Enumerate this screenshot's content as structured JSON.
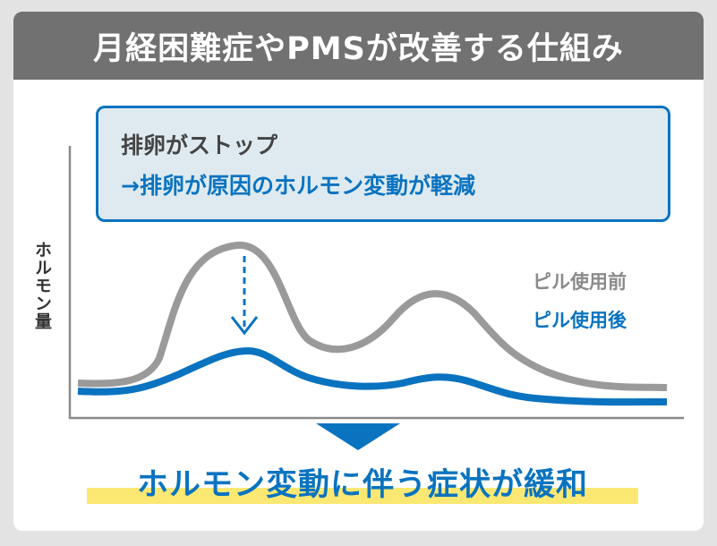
{
  "title": "月経困難症やPMSが改善する仕組み",
  "callout": {
    "line1": "排卵がストップ",
    "line2": "→排卵が原因のホルモン変動が軽減"
  },
  "chart": {
    "y_label": "ホルモン量",
    "legend": [
      {
        "label": "ピル使用前",
        "color": "#9a9a9a"
      },
      {
        "label": "ピル使用後",
        "color": "#0a73c0"
      }
    ]
  },
  "result": "ホルモン変動に伴う症状が緩和",
  "colors": {
    "accent": "#0a73c0",
    "header": "#717171",
    "highlight": "#fbe873"
  }
}
